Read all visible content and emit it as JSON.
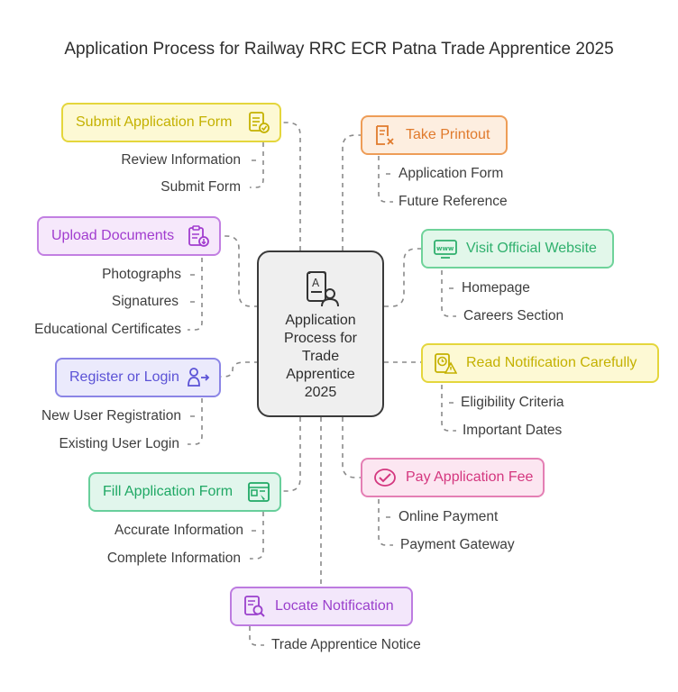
{
  "title": "Application Process for Railway RRC ECR Patna Trade Apprentice 2025",
  "center": {
    "label_lines": [
      "Application",
      "Process for",
      "Trade",
      "Apprentice",
      "2025"
    ],
    "icon": "application-form-user-icon"
  },
  "nodes": [
    {
      "id": "submit",
      "label": "Submit Application Form",
      "icon": "form-check-icon",
      "color": "#e4d63c",
      "children": [
        "Review Information",
        "Submit Form"
      ]
    },
    {
      "id": "upload",
      "label": "Upload Documents",
      "icon": "clipboard-download-icon",
      "color": "#c27fe2",
      "children": [
        "Photographs",
        "Signatures",
        "Educational Certificates"
      ]
    },
    {
      "id": "register",
      "label": "Register or Login",
      "icon": "user-login-icon",
      "color": "#8b85e6",
      "children": [
        "New User Registration",
        "Existing User Login"
      ]
    },
    {
      "id": "fill",
      "label": "Fill Application Form",
      "icon": "form-fill-icon",
      "color": "#68cf9b",
      "children": [
        "Accurate Information",
        "Complete Information"
      ]
    },
    {
      "id": "locate",
      "label": "Locate Notification",
      "icon": "document-search-icon",
      "color": "#bd7be0",
      "children": [
        "Trade Apprentice Notice"
      ]
    },
    {
      "id": "printout",
      "label": "Take Printout",
      "icon": "document-x-icon",
      "color": "#ee9d57",
      "children": [
        "Application Form",
        "Future Reference"
      ]
    },
    {
      "id": "website",
      "label": "Visit Official Website",
      "icon": "www-monitor-icon",
      "color": "#6fd39a",
      "children": [
        "Homepage",
        "Careers Section"
      ]
    },
    {
      "id": "notification",
      "label": "Read Notification Carefully",
      "icon": "clock-warning-icon",
      "color": "#e4d63c",
      "children": [
        "Eligibility Criteria",
        "Important Dates"
      ]
    },
    {
      "id": "fee",
      "label": "Pay Application Fee",
      "icon": "payment-check-icon",
      "color": "#e47fb4",
      "children": [
        "Online Payment",
        "Payment Gateway"
      ]
    }
  ]
}
